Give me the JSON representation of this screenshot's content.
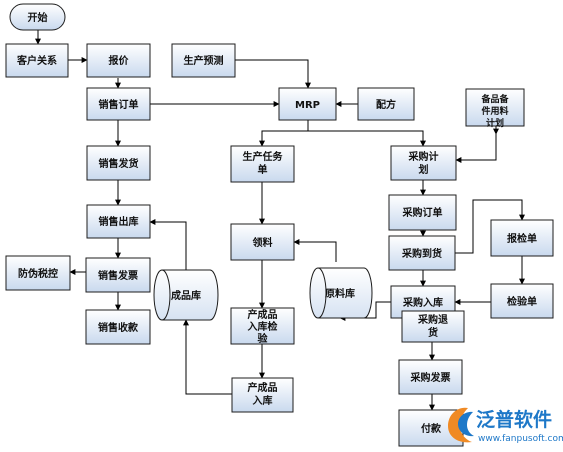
{
  "colors": {
    "box_fill_top": "#ffffff",
    "box_fill_bottom": "#c9d9ee",
    "box_border": "#1d1d1d",
    "line": "#000000",
    "logo_orange": "#f08a24",
    "logo_blue": "#1e78c8"
  },
  "nodes": {
    "start": "开始",
    "customer_relation": "客户关系",
    "quote": "报价",
    "production_forecast": "生产预测",
    "mrp": "MRP",
    "formula": "配方",
    "spare_parts_plan": "备品备件用料计划",
    "sales_order": "销售订单",
    "sales_shipment": "销售发货",
    "production_task": "生产任务单",
    "purchase_plan": "采购计划",
    "purchase_order": "采购订单",
    "sales_outbound": "销售出库",
    "material_pick": "领料",
    "purchase_arrival": "采购到货",
    "inspection_report": "报检单",
    "anti_counterfeit_tax": "防伪税控",
    "sales_invoice": "销售发票",
    "finished_goods_store": "成品库",
    "raw_material_store": "原料库",
    "purchase_inbound": "采购入库",
    "inspection_sheet": "检验单",
    "product_inspection": "产成品入库检验",
    "purchase_return": "采购退货",
    "sales_receipt": "销售收款",
    "purchase_invoice": "采购发票",
    "product_inbound": "产成品入库",
    "payment": "付款"
  },
  "logo": {
    "name": "泛普软件",
    "url": "www.fanpusoft.com"
  }
}
